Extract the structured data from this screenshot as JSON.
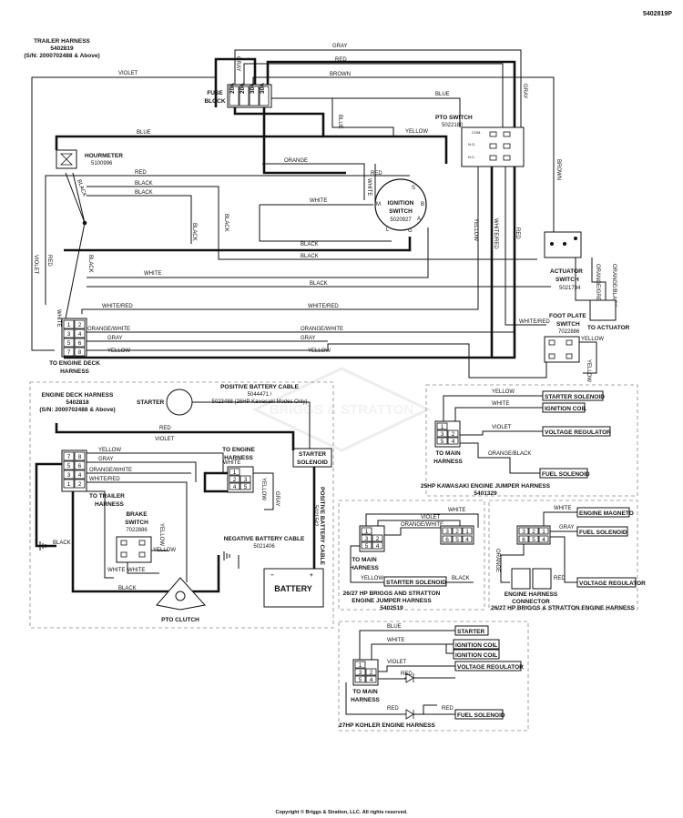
{
  "page_id": "5402819P",
  "copyright": "Copyright © Briggs & Stratton, LLC. All rights reserved.",
  "watermark": "BRIGGS & STRATTON",
  "trailer_harness": {
    "name": "TRAILER HARNESS",
    "part": "5402819",
    "sn": "(S/N: 2000702488 & Above)"
  },
  "engine_deck_harness": {
    "name": "ENGINE DECK HARNESS",
    "part": "5402818",
    "sn": "(S/N: 2000702488 & Above)"
  },
  "fuse_block": {
    "label1": "FUSE",
    "label2": "BLOCK",
    "fuses": [
      "20A",
      "20A",
      "30A",
      "30A"
    ]
  },
  "hourmeter": {
    "name": "HOURMETER",
    "part": "5100996"
  },
  "pto_switch": {
    "name": "PTO SWITCH",
    "part": "5022180",
    "nc": "N.C.",
    "no": "N.O.",
    "com": "COM."
  },
  "ignition_switch": {
    "name1": "IGNITION",
    "name2": "SWITCH",
    "part": "5020927",
    "terms": [
      "S",
      "M",
      "B",
      "A",
      "L",
      "G"
    ]
  },
  "actuator_switch": {
    "name1": "ACTUATOR",
    "name2": "SWITCH",
    "part": "5021734"
  },
  "to_actuator": "TO ACTUATOR",
  "foot_plate_switch": {
    "name1": "FOOT PLATE",
    "name2": "SWITCH",
    "part": "7022886"
  },
  "to_engine_deck_harness": {
    "l1": "TO ENGINE DECK",
    "l2": "HARNESS"
  },
  "connector_pins": [
    "1",
    "2",
    "3",
    "4",
    "5",
    "6",
    "7",
    "8"
  ],
  "starter": "STARTER",
  "positive_battery_cable": {
    "name": "POSITIVE BATTERY CABLE",
    "part1": "5044471 /",
    "part2": "5023488 (26HP Kawasaki Modes Only)",
    "vertical": "POSITIVE BATTERY CABLE",
    "vpart": "5021542"
  },
  "starter_solenoid_box": {
    "l1": "STARTER",
    "l2": "SOLENOID"
  },
  "to_engine_harness": {
    "l1": "TO ENGINE",
    "l2": "HARNESS"
  },
  "to_trailer_harness": {
    "l1": "TO TRAILER",
    "l2": "HARNESS"
  },
  "brake_switch": {
    "name1": "BRAKE",
    "name2": "SWITCH",
    "part": "7022886"
  },
  "negative_battery_cable": {
    "name": "NEGATIVE BATTERY CABLE",
    "part": "5021406"
  },
  "battery": "BATTERY",
  "battery_minus": "−",
  "battery_plus": "+",
  "pto_clutch": "PTO CLUTCH",
  "kawasaki": {
    "title": "25HP KAWASAKI ENGINE JUMPER HARNESS",
    "part": "5401329",
    "to_main1": "TO MAIN",
    "to_main2": "HARNESS",
    "outputs": [
      "STARTER SOLENOID",
      "IGNITION COIL",
      "VOLTAGE REGULATOR",
      "FUEL SOLENOID"
    ]
  },
  "bs_jumper": {
    "title1": "26/27 HP BRIGGS AND STRATTON",
    "title2": "ENGINE JUMPER HARNESS",
    "part": "5402519",
    "to_main1": "TO MAIN",
    "to_main2": "HARNESS",
    "starter_solenoid": "STARTER SOLENOID"
  },
  "bs_engine": {
    "title": "26/27 HP BRIGGS & STRATTON ENGINE HARNESS",
    "conn1": "ENGINE HARNESS",
    "conn2": "CONNECTOR",
    "outputs": [
      "ENGINE MAGNETO",
      "FUEL SOLENOID",
      "VOLTAGE REGULATOR"
    ]
  },
  "kohler": {
    "title": "27HP KOHLER ENGINE HARNESS",
    "to_main1": "TO MAIN",
    "to_main2": "HARNESS",
    "outputs": [
      "STARTER",
      "IGNITION COIL",
      "IGNITION COIL",
      "VOLTAGE REGULATOR",
      "FUEL SOLENOID"
    ]
  },
  "wire_colors": {
    "gray": "GRAY",
    "red": "RED",
    "brown": "BROWN",
    "blue": "BLUE",
    "violet": "VIOLET",
    "black": "BLACK",
    "white": "WHITE",
    "orange": "ORANGE",
    "yellow": "YELLOW",
    "white_red": "WHITE/RED",
    "orange_white": "ORANGE/WHITE",
    "orange_black": "ORANGE/BLACK",
    "orange_green": "ORANGE/GREEN"
  }
}
